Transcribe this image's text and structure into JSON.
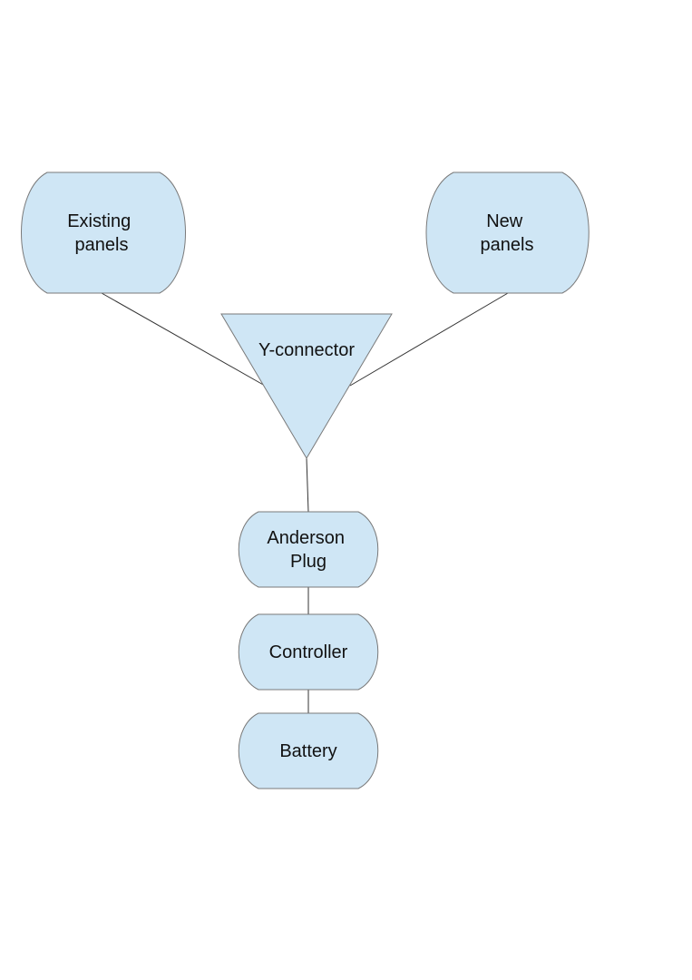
{
  "diagram": {
    "colors": {
      "node_fill": "#cfe6f5",
      "node_stroke": "#7a7a7a",
      "edge": "#333333",
      "text": "#111111"
    },
    "nodes": {
      "existing_panels": {
        "line1": "Existing",
        "line2": "panels"
      },
      "new_panels": {
        "line1": "New",
        "line2": "panels"
      },
      "y_connector": {
        "label": "Y-connector"
      },
      "anderson_plug": {
        "line1": "Anderson",
        "line2": "Plug"
      },
      "controller": {
        "label": "Controller"
      },
      "battery": {
        "label": "Battery"
      }
    },
    "edges": [
      {
        "from": "Existing panels",
        "to": "Y-connector"
      },
      {
        "from": "New panels",
        "to": "Y-connector"
      },
      {
        "from": "Y-connector",
        "to": "Anderson Plug"
      },
      {
        "from": "Anderson Plug",
        "to": "Controller"
      },
      {
        "from": "Controller",
        "to": "Battery"
      }
    ]
  }
}
